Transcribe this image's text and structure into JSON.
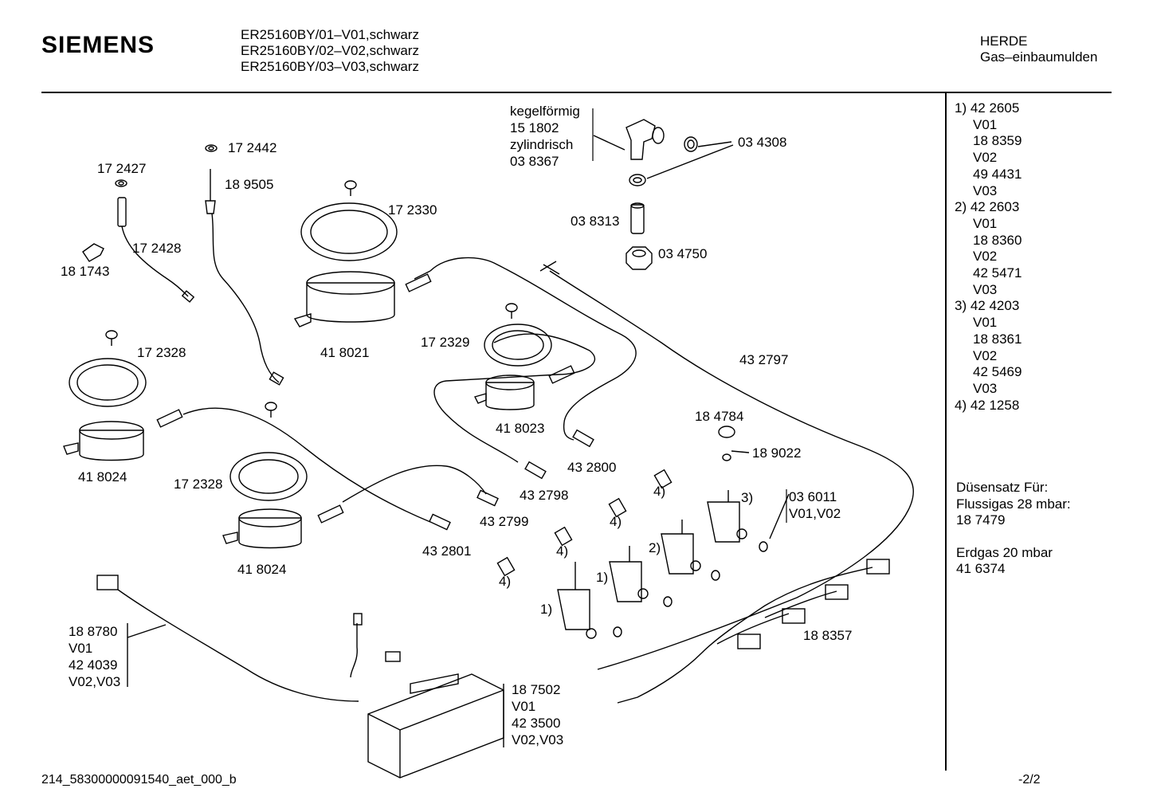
{
  "header": {
    "brand": "SIEMENS",
    "models": [
      "ER25160BY/01–V01,schwarz",
      "ER25160BY/02–V02,schwarz",
      "ER25160BY/03–V03,schwarz"
    ],
    "category": [
      "HERDE",
      "Gas–einbaumulden"
    ]
  },
  "side_notes": [
    "1) 42 2605",
    "V01",
    "18 8359",
    "V02",
    "49 4431",
    "V03",
    "2) 42 2603",
    "V01",
    "18 8360",
    "V02",
    "42 5471",
    "V03",
    "3) 42 4203",
    "V01",
    "18 8361",
    "V02",
    "42 5469",
    "V03",
    "4) 42 1258"
  ],
  "nozzle_sets": [
    "Düsensatz Für:",
    "Flussigas 28 mbar:",
    "18 7479",
    "",
    "Erdgas 20 mbar",
    "41 6374"
  ],
  "labels": {
    "kegel": "kegelförmig",
    "p151802": "15 1802",
    "zylindrisch": "zylindrisch",
    "p038367": "03 8367",
    "p034308": "03 4308",
    "p038313": "03 8313",
    "p034750": "03 4750",
    "p172442": "17 2442",
    "p172427": "17 2427",
    "p189505": "18 9505",
    "p172428": "17 2428",
    "p181743": "18 1743",
    "p172330": "17 2330",
    "p418021": "41 8021",
    "p172328a": "17 2328",
    "p418024a": "41 8024",
    "p172329": "17 2329",
    "p418023": "41 8023",
    "p432797": "43 2797",
    "p432800": "43 2800",
    "p432798": "43 2798",
    "p172328b": "17 2328",
    "p418024b": "41 8024",
    "p432799": "43 2799",
    "p432801": "43 2801",
    "p184784": "18 4784",
    "p189022": "18 9022",
    "p036011": "03 6011",
    "v0102": "V01,V02",
    "r1a": "1)",
    "r1b": "1)",
    "r2": "2)",
    "r3": "3)",
    "r4a": "4)",
    "r4b": "4)",
    "r4c": "4)",
    "r4d": "4)",
    "p188357": "18 8357",
    "p188780": "18 8780",
    "v01a": "V01",
    "p424039": "42 4039",
    "v0203a": "V02,V03",
    "p187502": "18 7502",
    "v01b": "V01",
    "p423500": "42 3500",
    "v0203b": "V02,V03"
  },
  "footer": {
    "code": "214_58300000091540_aet_000_b",
    "page": "-2/2"
  }
}
